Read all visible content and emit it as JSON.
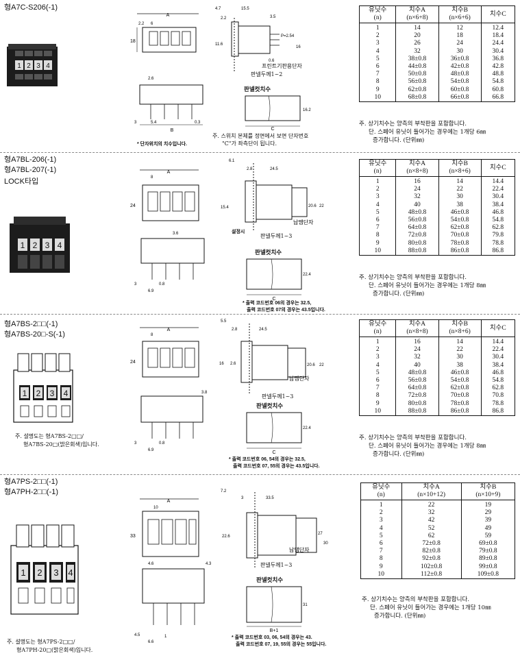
{
  "sections": [
    {
      "titles": [
        "형A7C-S206(-1)"
      ],
      "photo_digits": [
        "1",
        "2",
        "3",
        "4"
      ],
      "labels": {
        "pcb_terminal": "프린트기판용단자",
        "panel_thickness": "판넬두께1~2",
        "panel_cut": "판넬컷치수",
        "dims": {
          "A": "A",
          "B": "B",
          "C": "C",
          "h1": "18",
          "w1": "6",
          "p": "P=2.54",
          "h2": "11.6",
          "h3": "16",
          "h4": "16.2",
          "top1": "4.7",
          "top2": "15.5",
          "top3": "3.5",
          "s1": "2.2",
          "s2": "2.6",
          "s3": "5.4",
          "s4": "0.3",
          "s5": "3",
          "t1": "0.6"
        }
      },
      "notes_left": [
        "* 단자위치의 치수입니다."
      ],
      "notes_mid": [
        "주. 스위치 본체를 정면에서 보면 단자번호",
        "\"C\"가 좌측단이 됩니다."
      ],
      "table": {
        "headers": [
          [
            "유닛수",
            "(n)"
          ],
          [
            "치수A",
            "(n×6+8)"
          ],
          [
            "치수B",
            "(n×6+6)"
          ],
          [
            "치수C",
            ""
          ]
        ],
        "rows": [
          [
            "1",
            "14",
            "12",
            "12.4"
          ],
          [
            "2",
            "20",
            "18",
            "18.4"
          ],
          [
            "3",
            "26",
            "24",
            "24.4"
          ],
          [
            "4",
            "32",
            "30",
            "30.4"
          ],
          [
            "5",
            "38±0.8",
            "36±0.8",
            "36.8"
          ],
          [
            "6",
            "44±0.8",
            "42±0.8",
            "42.8"
          ],
          [
            "7",
            "50±0.8",
            "48±0.8",
            "48.8"
          ],
          [
            "8",
            "56±0.8",
            "54±0.8",
            "54.8"
          ],
          [
            "9",
            "62±0.8",
            "60±0.8",
            "60.8"
          ],
          [
            "10",
            "68±0.8",
            "66±0.8",
            "66.8"
          ]
        ],
        "note": [
          "주. 상기치수는 양측의 부착판을 포함합니다.",
          "단. 스페어 유닛이 들어가는 경우에는 1개당 6㎜",
          "증가합니다. (단위㎜)"
        ]
      }
    },
    {
      "titles": [
        "형A7BL-206(-1)",
        "형A7BL-207(-1)",
        "LOCK타입"
      ],
      "photo_digits": [
        "1",
        "2",
        "3",
        "4"
      ],
      "labels": {
        "solder_terminal": "납땜단자",
        "panel_thickness": "판넬두께1~3",
        "panel_cut": "판넬컷치수",
        "setting": "설정시",
        "dims": {
          "A": "A",
          "B": "B",
          "C": "C",
          "h1": "24",
          "w1": "8",
          "h2": "15.4",
          "h3": "20.6",
          "h4": "22",
          "h5": "22.4",
          "top1": "6.1",
          "top2": "24.5",
          "top3": "2.8",
          "s1": "3.6",
          "s2": "0.8",
          "s3": "6.9",
          "s4": "3"
        }
      },
      "notes_left": [],
      "notes_mid": [
        "* 출력 코드번호 06의 경우는 32.5,",
        "출력 코드번호 07의 경우는 43.5입니다."
      ],
      "table": {
        "headers": [
          [
            "유닛수",
            "(n)"
          ],
          [
            "치수A",
            "(n×8+8)"
          ],
          [
            "치수B",
            "(n×8+6)"
          ],
          [
            "치수C",
            ""
          ]
        ],
        "rows": [
          [
            "1",
            "16",
            "14",
            "14.4"
          ],
          [
            "2",
            "24",
            "22",
            "22.4"
          ],
          [
            "3",
            "32",
            "30",
            "30.4"
          ],
          [
            "4",
            "40",
            "38",
            "38.4"
          ],
          [
            "5",
            "48±0.8",
            "46±0.8",
            "46.8"
          ],
          [
            "6",
            "56±0.8",
            "54±0.8",
            "54.8"
          ],
          [
            "7",
            "64±0.8",
            "62±0.8",
            "62.8"
          ],
          [
            "8",
            "72±0.8",
            "70±0.8",
            "79.8"
          ],
          [
            "9",
            "80±0.8",
            "78±0.8",
            "78.8"
          ],
          [
            "10",
            "88±0.8",
            "86±0.8",
            "86.8"
          ]
        ],
        "note": [
          "주. 상기치수는 양측의 부착판을 포함합니다.",
          "단. 스페어 유닛이 들어가는 경우에는 1개당 8㎜",
          "증가합니다. (단위㎜)"
        ]
      }
    },
    {
      "titles": [
        "형A7BS-2□□(-1)",
        "형A7BS-20□-S(-1)"
      ],
      "photo_digits": [
        "1",
        "2",
        "3",
        "4"
      ],
      "photo_caption": [
        "주. 설명도는 형A7BS-2□□/",
        "형A7BS-20□(밝은회색)입니다."
      ],
      "labels": {
        "solder_terminal": "납땜단자",
        "panel_thickness": "판넬두께1~3",
        "panel_cut": "판넬컷치수",
        "dims": {
          "A": "A",
          "B": "B",
          "C": "C",
          "h1": "24",
          "w1": "8",
          "h2": "16",
          "h3": "2.6",
          "h4": "20.6",
          "h5": "22",
          "h6": "22.4",
          "top1": "5.5",
          "top2": "24.5",
          "top3": "2.8",
          "s1": "3.8",
          "s2": "0.8",
          "s3": "6.9",
          "s4": "3"
        }
      },
      "notes_mid": [
        "* 출력 코드번호 06, 54의 경우는 32.5,",
        "출력 코드번호 07, 55의 경우는 43.5입니다."
      ],
      "table": {
        "headers": [
          [
            "유닛수",
            "(n)"
          ],
          [
            "치수A",
            "(n×8+8)"
          ],
          [
            "치수B",
            "(n×8+6)"
          ],
          [
            "치수C",
            ""
          ]
        ],
        "rows": [
          [
            "1",
            "16",
            "14",
            "14.4"
          ],
          [
            "2",
            "24",
            "22",
            "22.4"
          ],
          [
            "3",
            "32",
            "30",
            "30.4"
          ],
          [
            "4",
            "40",
            "38",
            "38.4"
          ],
          [
            "5",
            "48±0.8",
            "46±0.8",
            "46.8"
          ],
          [
            "6",
            "56±0.8",
            "54±0.8",
            "54.8"
          ],
          [
            "7",
            "64±0.8",
            "62±0.8",
            "62.8"
          ],
          [
            "8",
            "72±0.8",
            "70±0.8",
            "70.8"
          ],
          [
            "9",
            "80±0.8",
            "78±0.8",
            "78.8"
          ],
          [
            "10",
            "88±0.8",
            "86±0.8",
            "86.8"
          ]
        ],
        "note": [
          "주. 상기치수는 양측의 부착판을 포함합니다.",
          "단. 스페어 유닛이 들어가는 경우에는 1개당 8㎜",
          "증가합니다. (단위㎜)"
        ]
      }
    },
    {
      "titles": [
        "형A7PS-2□□(-1)",
        "형A7PH-2□□(-1)"
      ],
      "photo_digits": [
        "1",
        "2",
        "3",
        "4"
      ],
      "photo_caption": [
        "주. 설명도는 형A7PS-2□□/",
        "형A7PH-20□(밝은회색)입니다."
      ],
      "labels": {
        "solder_terminal": "납땜단자",
        "panel_thickness": "판넬두께1~3",
        "panel_cut": "판넬컷치수",
        "dims": {
          "A": "A",
          "B": "B",
          "C": "B+1",
          "h1": "33",
          "w1": "10",
          "h2": "22.6",
          "h3": "27",
          "h4": "30",
          "h5": "31",
          "top1": "7.2",
          "top2": "33.5",
          "top3": "3",
          "s1": "4.6",
          "s2": "4.3",
          "s3": "6.6",
          "s4": "4.5",
          "s5": "1"
        }
      },
      "notes_mid": [
        "* 출력 코드번호 03, 06, 54의 경우는 43.",
        "출력 코드번호 07, 19, 55의 경우는 55입니다."
      ],
      "table": {
        "headers": [
          [
            "유닛수",
            "(n)"
          ],
          [
            "치수A",
            "(n×10+12)"
          ],
          [
            "치수B",
            "(n×10+9)"
          ]
        ],
        "rows": [
          [
            "1",
            "22",
            "19"
          ],
          [
            "2",
            "32",
            "29"
          ],
          [
            "3",
            "42",
            "39"
          ],
          [
            "4",
            "52",
            "49"
          ],
          [
            "5",
            "62",
            "59"
          ],
          [
            "6",
            "72±0.8",
            "69±0.8"
          ],
          [
            "7",
            "82±0.8",
            "79±0.8"
          ],
          [
            "8",
            "92±0.8",
            "89±0.8"
          ],
          [
            "9",
            "102±0.8",
            "99±0.8"
          ],
          [
            "10",
            "112±0.8",
            "109±0.8"
          ]
        ],
        "note": [
          "주. 상기치수는 양측의 부착판을 포함합니다.",
          "단. 스페어 유닛이 들어가는 경우에는 1개당 10㎜",
          "증가합니다. (단위㎜)"
        ]
      }
    }
  ]
}
